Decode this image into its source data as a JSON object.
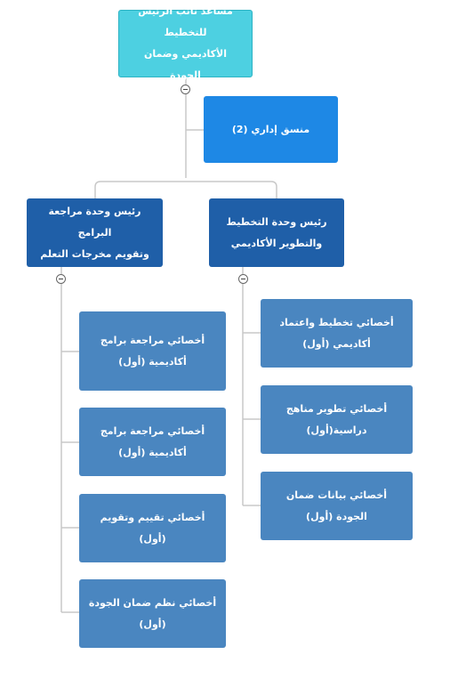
{
  "colors": {
    "root": "#4dd0e1",
    "admin": "#1e88e5",
    "head": "#1f5fa8",
    "specialist": "#4a86c0",
    "lines": "#c8c8c8"
  },
  "root": {
    "line1": "مساعد نائب الرئيس للتخطيط",
    "line2": "الأكاديمي وضمان الجودة"
  },
  "admin": {
    "label": "منسق إداري (2)"
  },
  "heads": [
    {
      "line1": "رئيس وحدة التخطيط",
      "line2": "والتطوير الأكاديمي"
    },
    {
      "line1": "رئيس وحدة مراجعة البرامج",
      "line2": "وتقويم مخرجات التعلم"
    }
  ],
  "planning_specialists": [
    {
      "line1": "أخصائي تخطيط واعتماد",
      "line2": "أكاديمي (أول)"
    },
    {
      "line1": "أخصائي تطوير مناهج",
      "line2": "دراسية(أول)"
    },
    {
      "line1": "أخصائي بيانات ضمان",
      "line2": "الجودة (أول)"
    }
  ],
  "review_specialists": [
    {
      "line1": "أخصائي مراجعة برامج",
      "line2": "أكاديمية (أول)"
    },
    {
      "line1": "أخصائي مراجعة برامج",
      "line2": "أكاديمية (أول)"
    },
    {
      "line1": "أخصائي تقييم وتقويم (أول)",
      "line2": ""
    },
    {
      "line1": "أخصائي نظم ضمان الجودة",
      "line2": "(أول)"
    }
  ]
}
